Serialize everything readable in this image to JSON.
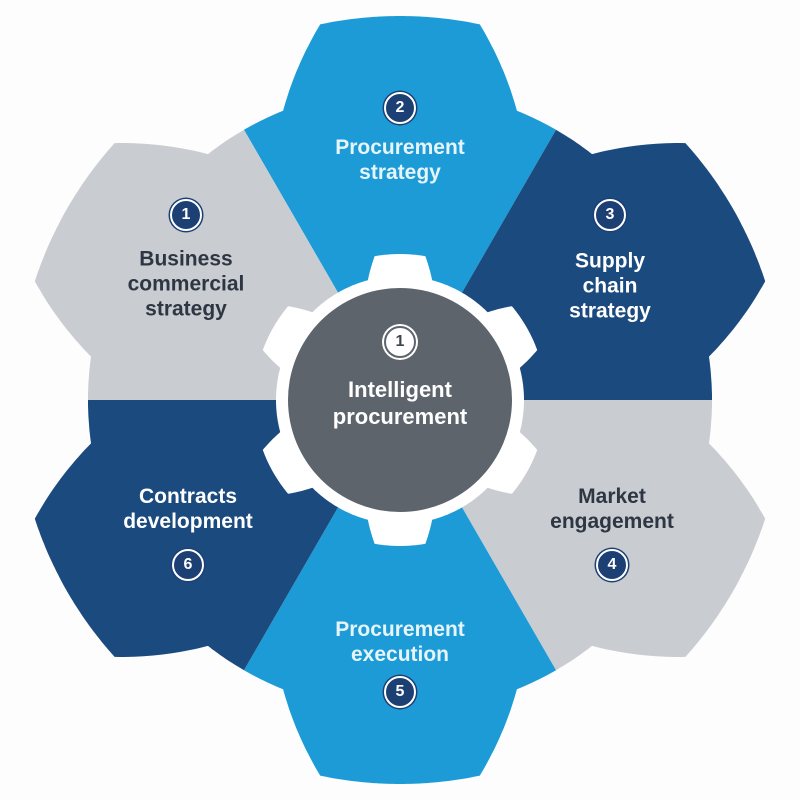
{
  "colors": {
    "light_gray": "#c9ccd1",
    "light_blue": "#1c9bd7",
    "dark_blue": "#1b4a7f",
    "center_gray": "#5d646c",
    "inner_gear": "#ffffff"
  },
  "center": {
    "number": "1",
    "lines": [
      "Intelligent",
      "procurement"
    ]
  },
  "segments": [
    {
      "number": "2",
      "lines": [
        "Procurement",
        "strategy"
      ],
      "color": "#1c9bd7"
    },
    {
      "number": "3",
      "lines": [
        "Supply",
        "chain",
        "strategy"
      ],
      "color": "#1b4a7f"
    },
    {
      "number": "4",
      "lines": [
        "Market",
        "engagement"
      ],
      "color": "#c9ccd1"
    },
    {
      "number": "5",
      "lines": [
        "Procurement",
        "execution"
      ],
      "color": "#1c9bd7"
    },
    {
      "number": "6",
      "lines": [
        "Contracts",
        "development"
      ],
      "color": "#1b4a7f"
    },
    {
      "number": "1",
      "lines": [
        "Business",
        "commercial",
        "strategy"
      ],
      "color": "#c9ccd1"
    }
  ]
}
